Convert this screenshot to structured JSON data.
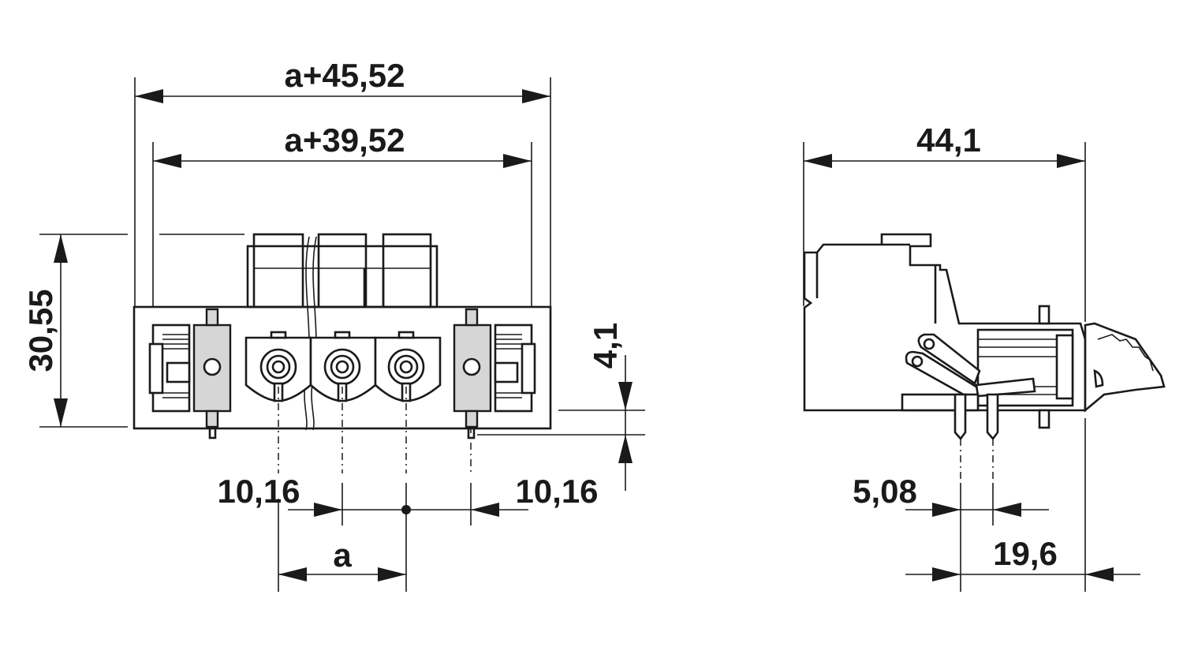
{
  "dimensions": {
    "overall_width": "a+45,52",
    "inner_width": "a+39,52",
    "height": "30,55",
    "pin_length": "4,1",
    "left_offset": "10,16",
    "right_offset": "10,16",
    "pitch": "a",
    "side_depth": "44,1",
    "pin_spacing": "5,08",
    "pin_to_back": "19,6"
  },
  "colors": {
    "line": "#1a1a1a",
    "flange_fill": "#d6d6d6",
    "background": "#ffffff"
  }
}
